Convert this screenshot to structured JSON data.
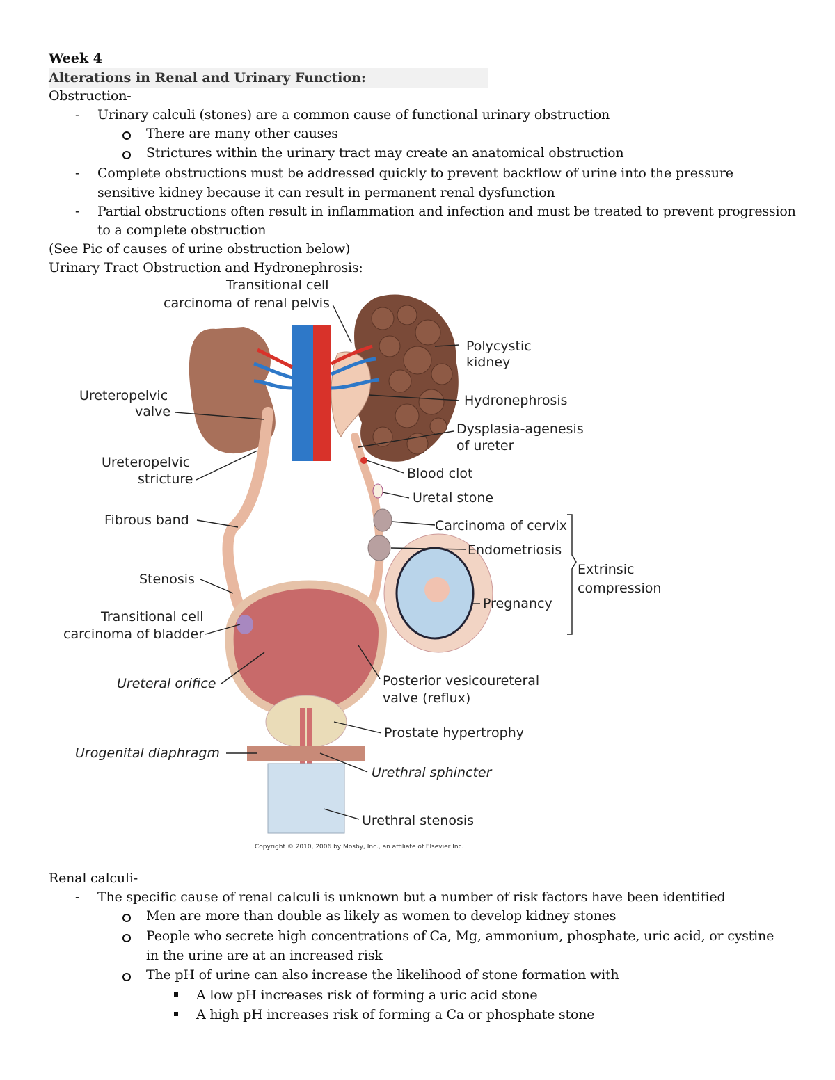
{
  "heading": {
    "week": "Week 4",
    "title": "Alterations in Renal and Urinary Function:"
  },
  "obstruction": {
    "header": "Obstruction-",
    "bullets": [
      {
        "lines": [
          "Urinary calculi (stones) are a common cause of functional urinary obstruction"
        ],
        "sub": [
          "There are many other causes",
          "Strictures within the urinary tract may create an anatomical obstruction"
        ]
      },
      {
        "lines": [
          "Complete obstructions must be addressed quickly to prevent backflow of urine into the pressure",
          "sensitive kidney because it can result in permanent renal dysfunction"
        ]
      },
      {
        "lines": [
          "Partial obstructions often result in inflammation and infection and must be treated to prevent progression",
          "to a complete obstruction"
        ]
      }
    ],
    "see_pic": "(See Pic of causes of urine obstruction below)",
    "figure_caption": "Urinary Tract Obstruction and Hydronephrosis:"
  },
  "figure": {
    "labels": {
      "tcc_pelvis_1": "Transitional cell",
      "tcc_pelvis_2": "carcinoma of renal pelvis",
      "polycystic_1": "Polycystic",
      "polycystic_2": "kidney",
      "hydronephrosis": "Hydronephrosis",
      "dysplasia_1": "Dysplasia-agenesis",
      "dysplasia_2": "of ureter",
      "blood_clot": "Blood clot",
      "uretal_stone": "Uretal stone",
      "carcinoma_cervix": "Carcinoma of cervix",
      "endometriosis": "Endometriosis",
      "extrinsic_1": "Extrinsic",
      "extrinsic_2": "compression",
      "pregnancy": "Pregnancy",
      "ureteropelvic_valve_1": "Ureteropelvic",
      "ureteropelvic_valve_2": "valve",
      "ureteropelvic_stricture_1": "Ureteropelvic",
      "ureteropelvic_stricture_2": "stricture",
      "fibrous_band": "Fibrous band",
      "stenosis": "Stenosis",
      "tcc_bladder_1": "Transitional cell",
      "tcc_bladder_2": "carcinoma of bladder",
      "ureteral_orifice": "Ureteral orifice",
      "posterior_valve_1": "Posterior vesicoureteral",
      "posterior_valve_2": "valve (reflux)",
      "prostate": "Prostate hypertrophy",
      "urogenital": "Urogenital diaphragm",
      "urethral_sphincter": "Urethral sphincter",
      "urethral_stenosis": "Urethral stenosis",
      "copyright": "Copyright © 2010, 2006 by Mosby, Inc., an affiliate of Elsevier Inc."
    },
    "colors": {
      "kidney": "#a8705a",
      "polycystic": "#7a4a38",
      "artery": "#d8322a",
      "vein": "#2e78c8",
      "bladder": "#c86a6a",
      "ureter": "#e8b8a0"
    }
  },
  "renal_calculi": {
    "header": "Renal calculi-",
    "bullet": "The specific cause of renal calculi is unknown but a number of risk factors have been identified",
    "sub": [
      {
        "lines": [
          "Men are more than double as likely as women to develop kidney stones"
        ]
      },
      {
        "lines": [
          "People who secrete high concentrations of Ca, Mg, ammonium, phosphate, uric acid, or cystine",
          "in the urine are at an increased risk"
        ]
      },
      {
        "lines": [
          "The pH of urine can also increase the likelihood of stone formation with"
        ],
        "subsub": [
          "A low pH increases risk of forming a uric acid stone",
          "A high pH increases risk of forming a Ca or phosphate stone"
        ]
      }
    ]
  }
}
